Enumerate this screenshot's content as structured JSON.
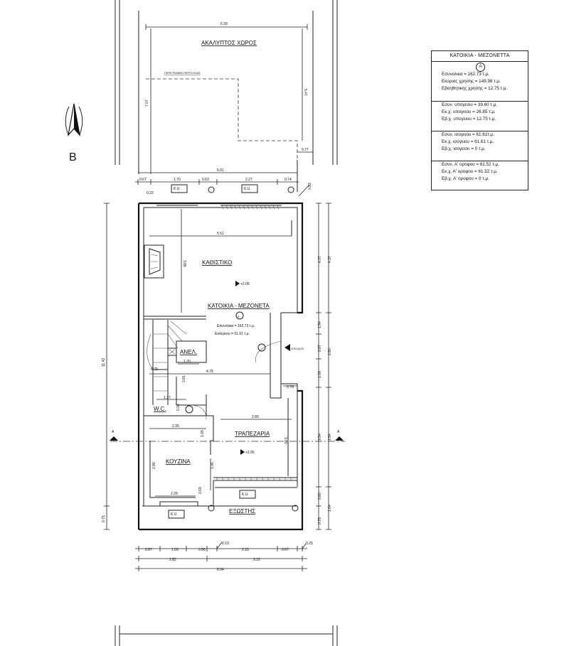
{
  "north_label": "B",
  "rooms": {
    "open_space": "ΑΚΑΛΥΠΤΟΣ ΧΩΡΟΣ",
    "pergola": "ΠΕΡΙΓΡΑΜΜΑ ΠΕΡΓΚΟΛΑΣ",
    "living": "ΚΑΘΙΣΤΙΚΟ",
    "dwelling": "ΚΑΤΟΙΚΙΑ - ΜΕΖΟΝΕΤΑ",
    "stairs_up": "ΑΝΕΛ.",
    "wc": "W.C.",
    "dining": "ΤΡΑΠΕΖΑΡΙΑ",
    "kitchen": "ΚΟΥΖΙΝΑ",
    "balcony": "ΕΞΩΣΤΗΣ",
    "entrance": "ΕΙΣΟΔΟΣ"
  },
  "plan_areas": {
    "badge": "Α",
    "total": "Eσυνολικα = 162.73 τ.μ.",
    "ground": "Eισογειου = 61.61 τ.μ."
  },
  "levels": {
    "living": "+2.05",
    "dining": "+2.05"
  },
  "section_mark": "Α",
  "ku_label": "K.U.",
  "dims": {
    "top_639": "6.39",
    "top_547": "5.47",
    "top_707": "7.07",
    "top_077": "0.77",
    "row_067": "0.67",
    "row_170": "1.70",
    "row_063": "0.63",
    "row_227": "2.27",
    "row_074": "0.74",
    "row_601": "6.01",
    "row_022": "0.22",
    "row_053": "0.53",
    "in_551": "5.51",
    "in_386": "3.86",
    "in_120": "1.20",
    "in_075": "0.75",
    "in_478": "4.78",
    "in_081": "0.81",
    "in_137": "1.37",
    "in_096": "0.96",
    "in_289": "2.89",
    "in_235": "2.35",
    "in_105": "1.05",
    "in_300": "3.00",
    "in_106": "1.06",
    "in_286": "2.86",
    "in_228": "2.28",
    "in_069": "0.69",
    "in_078": "0.78",
    "left_1142": "11.42",
    "left_075": "0.75",
    "r_437a": "4.37",
    "r_437b": "4.37",
    "r_154": "1.54",
    "r_097": "0.97",
    "r_280": "2.80",
    "r_109": "1.09",
    "r_354a": "3.54",
    "r_354b": "3.54",
    "r_080": "0.80",
    "r_164": "1.64",
    "r_075": "0.75",
    "b_087": "0.87",
    "b_109": "1.09",
    "b_086": "0.86",
    "b_010": "0.10",
    "b_220": "2.20",
    "b_067": "0.67",
    "b_025": "0.25",
    "b_282": "2.82",
    "b_322": "3.22",
    "b_604": "6.04"
  },
  "legend": {
    "title": "ΚΑΤΟΙΚΙΑ - ΜΕΖΟΝΕΤΤΑ",
    "badge": "Α",
    "sec1": [
      "Eσυνολικα = 162.73 τ.μ.",
      "Eκυριας χρησης = 149.98 τ.μ.",
      "Eβοηθητικης χρησης = 12.75 τ.μ."
    ],
    "sec2": [
      "Eσυν. υπογειου = 39.60 τ.μ.",
      "Eκ.χ. υπογειου = 26.85 τ.μ.",
      "Eβ.χ. υπογειου = 12.75 τ.μ."
    ],
    "sec3": [
      "Eσυν. ισογειου = 61.61τ.μ.",
      "Eκ.χ. ισογειου = 61.61 τ.μ.",
      "Eβ.χ. ισογειου = 0 τ.μ."
    ],
    "sec4": [
      "Eσυν. Α' οροφου = 61.52 τ.μ.",
      "Eκ.χ. Α' οροφου = 61.52 τ.μ.",
      "Eβ.χ. Α' οροφου = 0 τ.μ."
    ]
  }
}
